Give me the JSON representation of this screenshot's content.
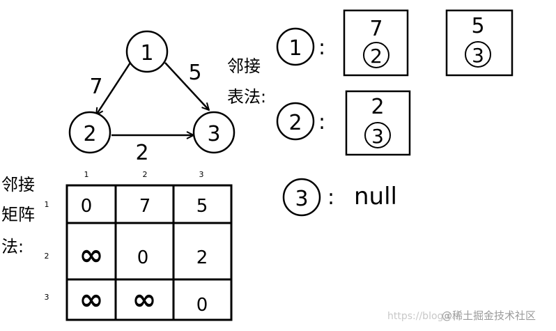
{
  "graph": {
    "nodes": [
      "1",
      "2",
      "3"
    ],
    "edges": [
      {
        "from": "1",
        "to": "2",
        "weight": "7"
      },
      {
        "from": "1",
        "to": "3",
        "weight": "5"
      },
      {
        "from": "2",
        "to": "3",
        "weight": "2"
      }
    ]
  },
  "adjacency_list": {
    "label_line1": "邻接",
    "label_line2": "表法:",
    "colon": ":",
    "rows": [
      {
        "node": "1",
        "entries": [
          {
            "weight": "7",
            "target": "2"
          },
          {
            "weight": "5",
            "target": "3"
          }
        ]
      },
      {
        "node": "2",
        "entries": [
          {
            "weight": "2",
            "target": "3"
          }
        ]
      },
      {
        "node": "3",
        "null_text": "null"
      }
    ]
  },
  "adjacency_matrix": {
    "label_line1": "邻接",
    "label_line2": "矩阵",
    "label_line3": "法:",
    "column_headers": [
      "1",
      "2",
      "3"
    ],
    "row_headers": [
      "1",
      "2",
      "3"
    ],
    "cells": [
      [
        "0",
        "7",
        "5"
      ],
      [
        "∞",
        "0",
        "2"
      ],
      [
        "∞",
        "∞",
        "0"
      ]
    ]
  },
  "watermark": {
    "url_text": "https://blog.c...",
    "brand_text": "@稀土掘金技术社区"
  }
}
